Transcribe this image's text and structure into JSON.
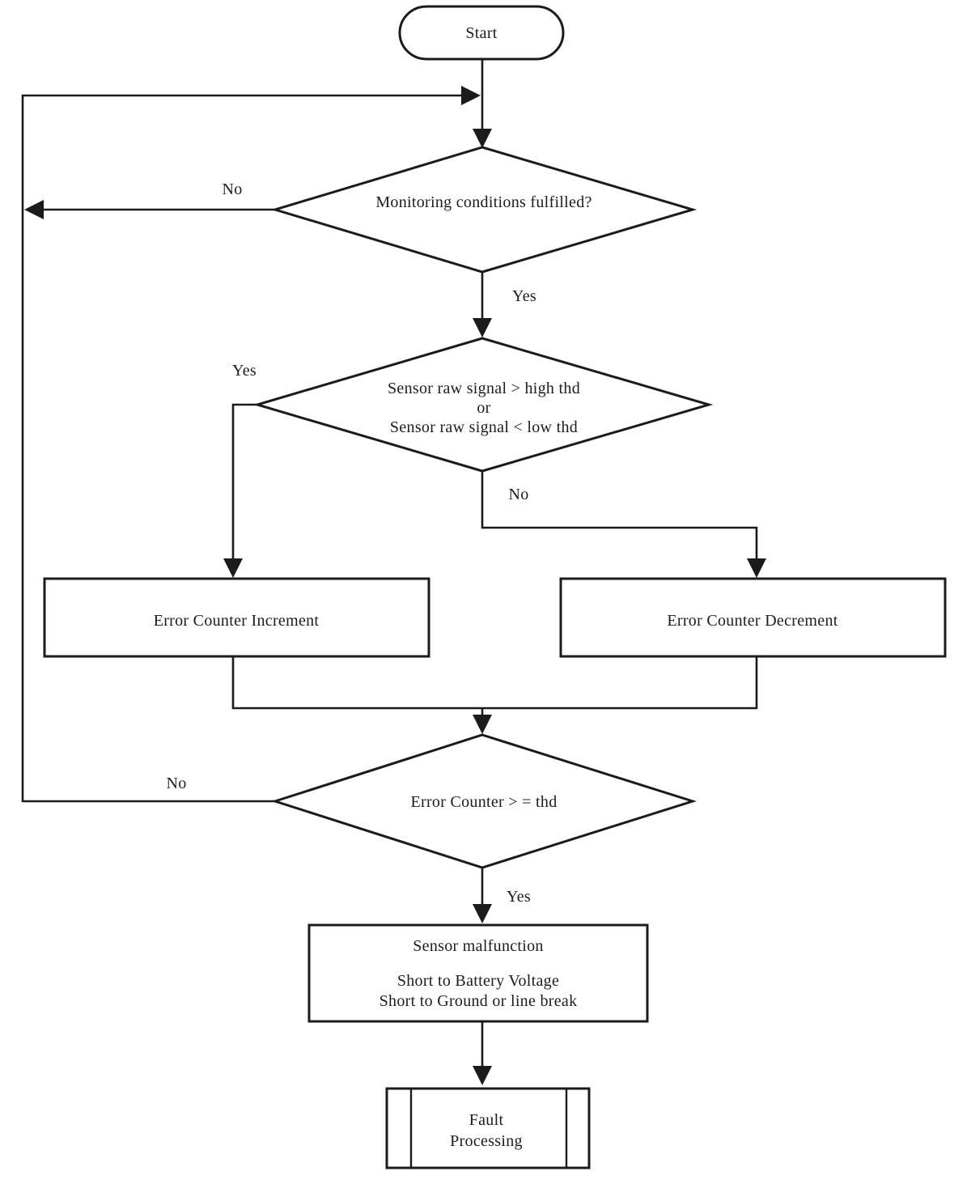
{
  "flowchart": {
    "start": "Start",
    "decision_monitoring": "Monitoring conditions fulfilled?",
    "decision_signal": {
      "line1": "Sensor raw signal > high thd",
      "line2": "or",
      "line3": "Sensor raw signal < low thd"
    },
    "process_increment": "Error Counter Increment",
    "process_decrement": "Error Counter Decrement",
    "decision_counter": "Error Counter > = thd",
    "malfunction": {
      "line1": "Sensor malfunction",
      "line2": "Short to Battery Voltage",
      "line3": "Short to Ground or  line break"
    },
    "fault": {
      "line1": "Fault",
      "line2": "Processing"
    },
    "labels": {
      "monitoring_no": "No",
      "monitoring_yes": "Yes",
      "signal_yes": "Yes",
      "signal_no": "No",
      "counter_no": "No",
      "counter_yes": "Yes"
    },
    "colors": {
      "line": "#1b1b1b",
      "background": "#ffffff"
    }
  }
}
